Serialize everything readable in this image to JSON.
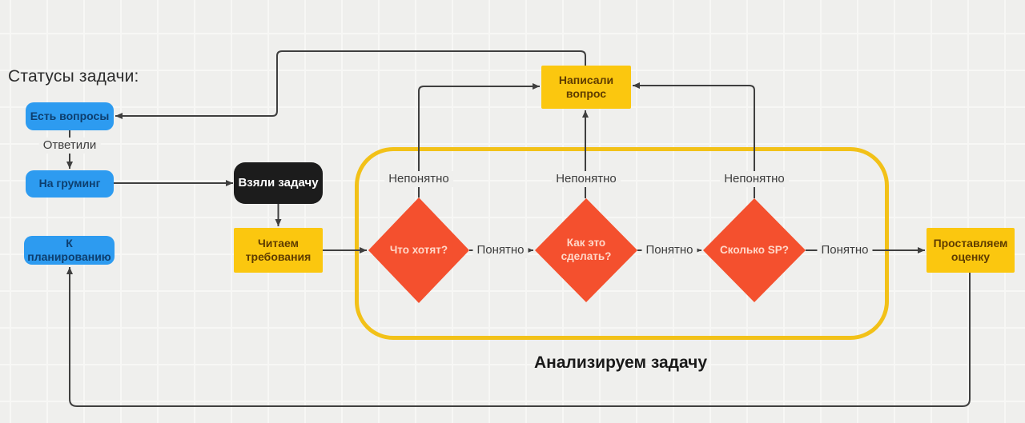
{
  "colors": {
    "canvas_bg": "#efefed",
    "grid": "#f7f7f5",
    "blue": "#2d9bf0",
    "blue_text": "#0d3e6e",
    "yellow": "#fbc70f",
    "yellow_text": "#5f3c00",
    "orange": "#f4502e",
    "orange_text": "#ffd8c9",
    "black": "#1c1c1c",
    "black_text": "#ffffff",
    "line": "#3f3f3f",
    "label_text": "#3d3d3d",
    "frame_stroke": "#f2c118",
    "title": "#1a1a1a"
  },
  "heading": "Статусы задачи:",
  "nodes": {
    "est_voprosy": {
      "label": "Есть вопросы"
    },
    "na_gruming": {
      "label": "На груминг"
    },
    "k_planirovaniyu": {
      "label": "К планированию"
    },
    "vzyali_zadachu": {
      "label": "Взяли задачу"
    },
    "chitaem_trebovaniya": {
      "label": "Читаем требования"
    },
    "napisali_vopros": {
      "label": "Написали вопрос"
    },
    "prostavlyaem_ocenku": {
      "label": "Проставляем оценку"
    },
    "chto_hotyat": {
      "label": "Что хотят?"
    },
    "kak_eto_sdelat": {
      "label": "Как это сделать?"
    },
    "skolko_sp": {
      "label": "Сколько SP?"
    }
  },
  "edge_labels": {
    "otvetili": "Ответили",
    "neponyatno": "Непонятно",
    "ponyatno": "Понятно"
  },
  "frame": {
    "title": "Анализируем задачу"
  }
}
